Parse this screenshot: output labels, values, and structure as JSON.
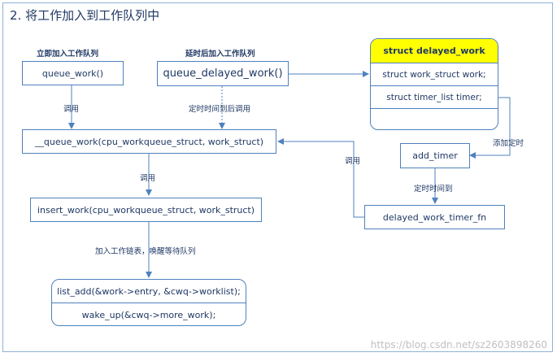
{
  "title": "2. 将工作加入到工作队列中",
  "labels": {
    "immediate_add": "立即加入工作队列",
    "delayed_add": "延时后加入工作队列",
    "call_1": "调用",
    "timer_expire_call": "定时时间到后调用",
    "call_2": "调用",
    "call_3": "调用",
    "add_timer_label": "添加定时",
    "timer_expire": "定时时间到",
    "add_list_wake": "加入工作链表，唤醒等待队列"
  },
  "nodes": {
    "queue_work": "queue_work()",
    "queue_delayed_work": "queue_delayed_work()",
    "queue_work_internal": "__queue_work(cpu_workqueue_struct,  work_struct)",
    "insert_work": "insert_work(cpu_workqueue_struct, work_struct)",
    "add_timer": "add_timer",
    "delayed_work_timer_fn": "delayed_work_timer_fn",
    "list_add": "list_add(&work->entry, &cwq->worklist);",
    "wake_up": "wake_up(&cwq->more_work);"
  },
  "struct": {
    "name": "struct delayed_work",
    "fields": [
      "struct work_struct work;",
      "struct timer_list timer;"
    ]
  },
  "watermark": "https://blog.csdn.net/sz2603898260",
  "colors": {
    "border": "#4f81bd",
    "text": "#1f3864",
    "struct_header": "#ffff00"
  }
}
